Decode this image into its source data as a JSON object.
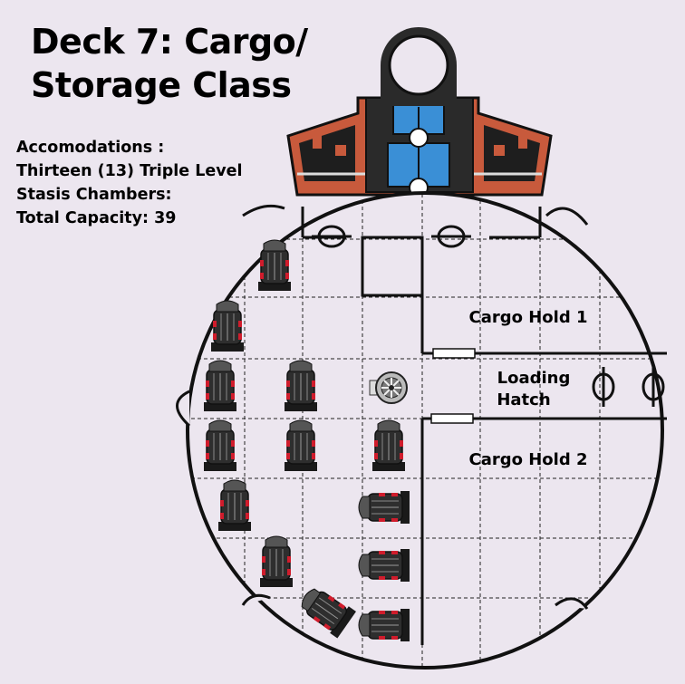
{
  "title": {
    "line1": "Deck 7: Cargo/",
    "line2": "Storage Class"
  },
  "info": {
    "line1": "Accomodations :",
    "line2": "Thirteen (13) Triple Level",
    "line3": "Stasis Chambers:",
    "line4": "Total Capacity: 39"
  },
  "labels": {
    "cargo_hold_1": "Cargo Hold 1",
    "loading_hatch_line1": "Loading",
    "loading_hatch_line2": "Hatch",
    "cargo_hold_2": "Cargo Hold 2"
  },
  "icons": {
    "stasis_chamber": "stasis-chamber-icon",
    "hatch_wheel": "hatch-wheel-icon",
    "airlock": "airlock-icon"
  },
  "colors": {
    "background": "#ece6ef",
    "hull_red": "#c85a3c",
    "hull_dark": "#1e1e1e",
    "core_blue": "#3a8fd6",
    "chamber_red": "#d01c2c"
  }
}
